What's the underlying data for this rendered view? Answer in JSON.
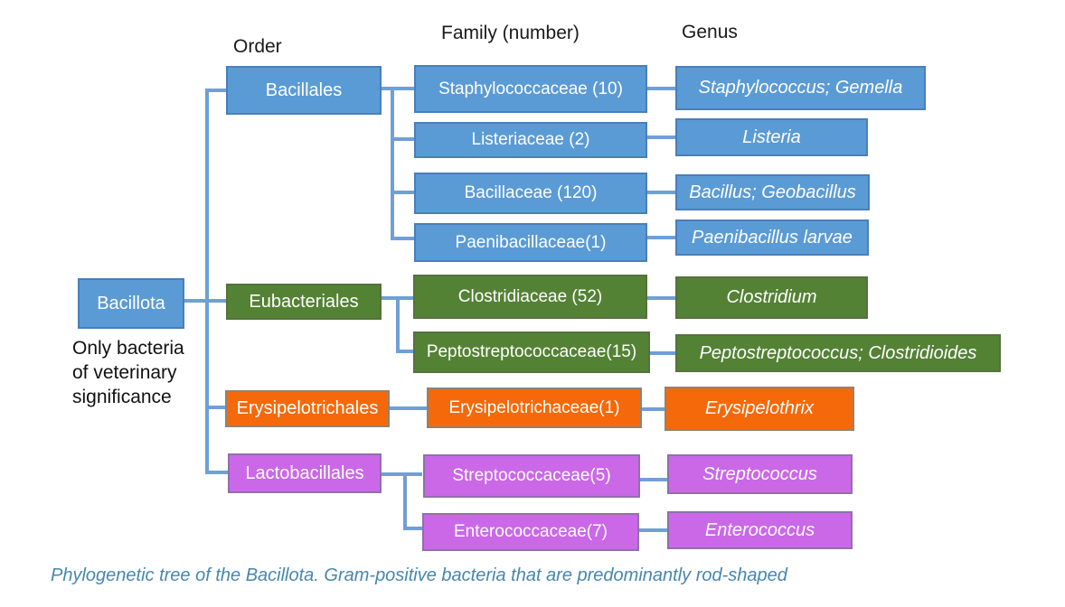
{
  "headers": {
    "order": "Order",
    "family": "Family (number)",
    "genus": "Genus"
  },
  "root": {
    "label": "Bacillota"
  },
  "note_lines": [
    "Only bacteria",
    "of veterinary",
    "significance"
  ],
  "orders": [
    {
      "label": "Bacillales",
      "color": "#5b9bd5",
      "families": [
        {
          "label": "Staphylococcaceae (10)",
          "genus": "Staphylococcus; Gemella"
        },
        {
          "label": "Listeriaceae (2)",
          "genus": "Listeria"
        },
        {
          "label": "Bacillaceae (120)",
          "genus": "Bacillus; Geobacillus"
        },
        {
          "label": "Paenibacillaceae(1)",
          "genus": "Paenibacillus larvae"
        }
      ]
    },
    {
      "label": "Eubacteriales",
      "color": "#548235",
      "families": [
        {
          "label": "Clostridiaceae (52)",
          "genus": "Clostridium"
        },
        {
          "label": "Peptostreptococcaceae(15)",
          "genus": "Peptostreptococcus; Clostridioides"
        }
      ]
    },
    {
      "label": "Erysipelotrichales",
      "color": "#f5690a",
      "families": [
        {
          "label": "Erysipelotrichaceae(1)",
          "genus": "Erysipelothrix"
        }
      ]
    },
    {
      "label": "Lactobacillales",
      "color": "#ca68e8",
      "families": [
        {
          "label": "Streptococcaceae(5)",
          "genus": "Streptococcus"
        },
        {
          "label": "Enterococcaceae(7)",
          "genus": "Enterococcus"
        }
      ]
    }
  ],
  "caption": "Phylogenetic tree of the Bacillota. Gram-positive bacteria that are predominantly rod-shaped",
  "colors": {
    "blue": "#5b9bd5",
    "green": "#548235",
    "orange": "#f5690a",
    "violet": "#ca68e8",
    "connector": "#6f9fd8",
    "caption_text": "#4587b0"
  }
}
